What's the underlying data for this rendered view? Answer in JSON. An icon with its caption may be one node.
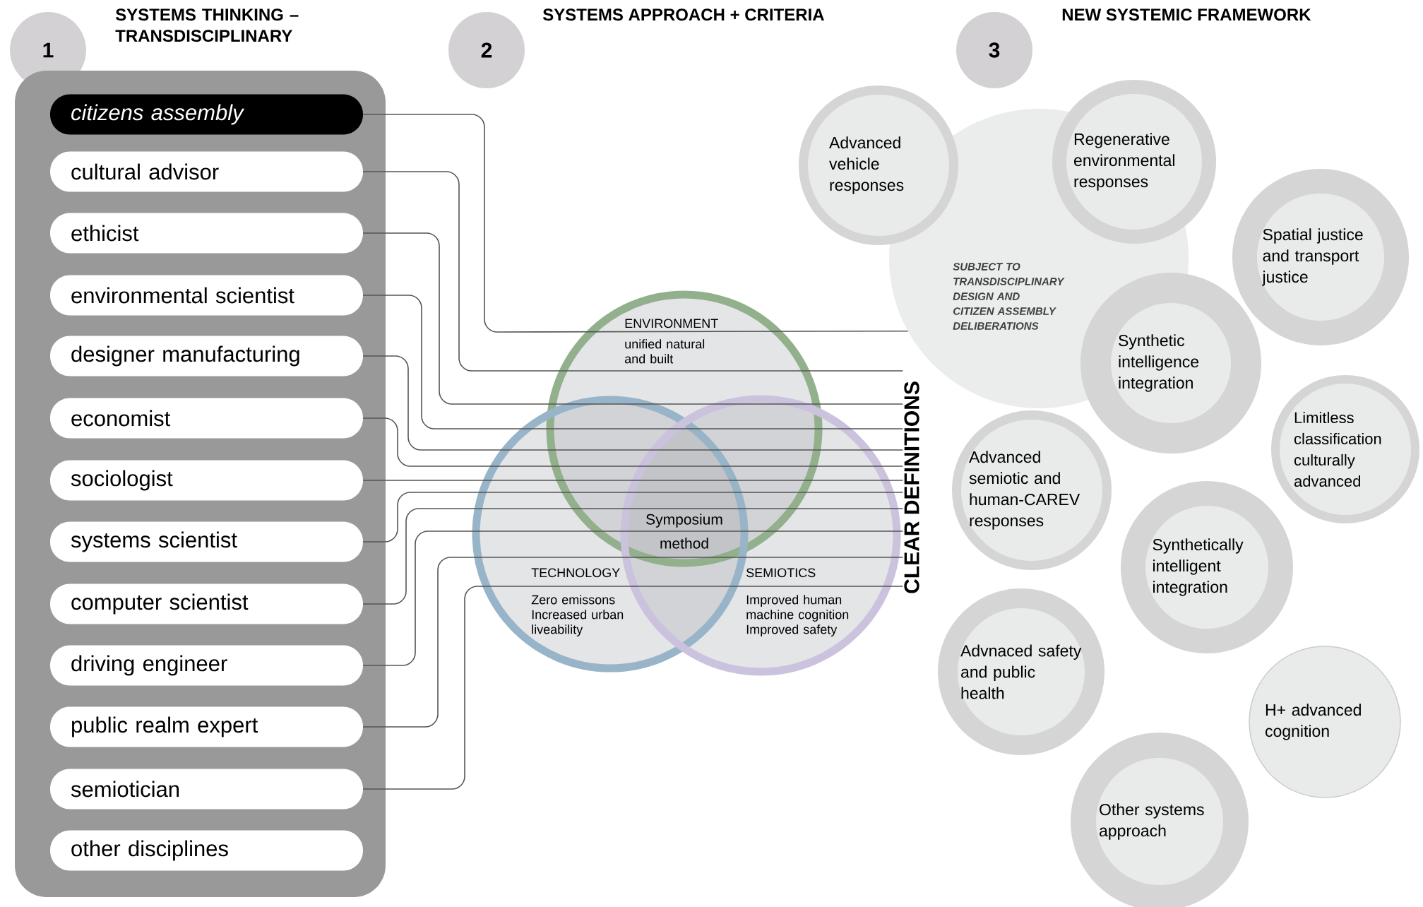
{
  "diagram": {
    "nodes": [
      {
        "text": [
          "1"
        ],
        "beside": [
          "SYSTEMS THINKING – TRANSDISCIPLINARY"
        ]
      },
      {
        "text": [],
        "shape": "box"
      },
      {
        "text": [
          "citizens assembly"
        ],
        "in": 1
      },
      {
        "text": [
          "cultural advisor"
        ],
        "in": 1
      },
      {
        "text": [
          "ethicist"
        ],
        "in": 1
      },
      {
        "text": [
          "environmental scientist"
        ],
        "in": 1
      },
      {
        "text": [
          "designer manufacturing"
        ],
        "in": 1
      },
      {
        "text": [
          "economist"
        ],
        "in": 1
      },
      {
        "text": [
          "sociologist"
        ],
        "in": 1
      },
      {
        "text": [
          "systems scientist"
        ],
        "in": 1
      },
      {
        "text": [
          "computer scientist"
        ],
        "in": 1
      },
      {
        "text": [
          "driving engineer"
        ],
        "in": 1
      },
      {
        "text": [
          "public realm expert"
        ],
        "in": 1
      },
      {
        "text": [
          "semiotician"
        ],
        "in": 1
      },
      {
        "text": [
          "other disciplines"
        ],
        "in": 1
      },
      {
        "text": [
          "2"
        ],
        "beside": [
          "SYSTEMS APPROACH + CRITERIA"
        ]
      },
      {
        "text": [
          "3"
        ],
        "beside": [
          "NEW SYSTEMIC FRAMEWORK"
        ]
      },
      {
        "text": [
          "CLEAR DEFINITIONS"
        ]
      },
      {
        "text": [
          "SUBJECT TO TRANSDISCIPLINARY DESIGN AND CITIZEN ASSEMBLY DELIBERATIONS"
        ]
      },
      {
        "text": [
          "Advanced vehicle responses"
        ]
      },
      {
        "text": [
          "Regenerative environmental responses"
        ]
      },
      {
        "text": [
          "Spatial justice and transport justice"
        ]
      },
      {
        "text": [
          "Synthetic intelligence integration"
        ]
      },
      {
        "text": [
          "Limitless classification culturally advanced"
        ]
      },
      {
        "text": [
          "Advanced semiotic and human-CAREV responses"
        ]
      },
      {
        "text": [
          "Synthetically intelligent integration"
        ]
      },
      {
        "text": [
          "Advnaced safety and public health"
        ]
      },
      {
        "text": [
          "H+ advanced cognition"
        ]
      },
      {
        "text": [
          "Other systems approach"
        ]
      }
    ],
    "edges": [
      {
        "from": 2,
        "to": 18,
        "arrow": "none"
      },
      {
        "from": 3,
        "to": 17,
        "arrow": "none"
      },
      {
        "from": 4,
        "to": 17,
        "arrow": "none"
      },
      {
        "from": 5,
        "to": 17,
        "arrow": "none"
      },
      {
        "from": 6,
        "to": 17,
        "arrow": "none"
      },
      {
        "from": 7,
        "to": 17,
        "arrow": "none"
      },
      {
        "from": 8,
        "to": 17,
        "arrow": "none"
      },
      {
        "from": 9,
        "to": 17,
        "arrow": "none"
      },
      {
        "from": 10,
        "to": 17,
        "arrow": "none"
      },
      {
        "from": 11,
        "to": 17,
        "arrow": "none"
      },
      {
        "from": 12,
        "to": 17,
        "arrow": "none"
      },
      {
        "from": 13,
        "to": 17,
        "arrow": "none"
      }
    ],
    "labels": [
      "ENVIRONMENT",
      "unified natural and built",
      "Symposium method",
      "TECHNOLOGY",
      "Zero emissons",
      "Increased urban liveability",
      "SEMIOTICS",
      "Improved human machine cognition",
      "Improved safety"
    ]
  }
}
